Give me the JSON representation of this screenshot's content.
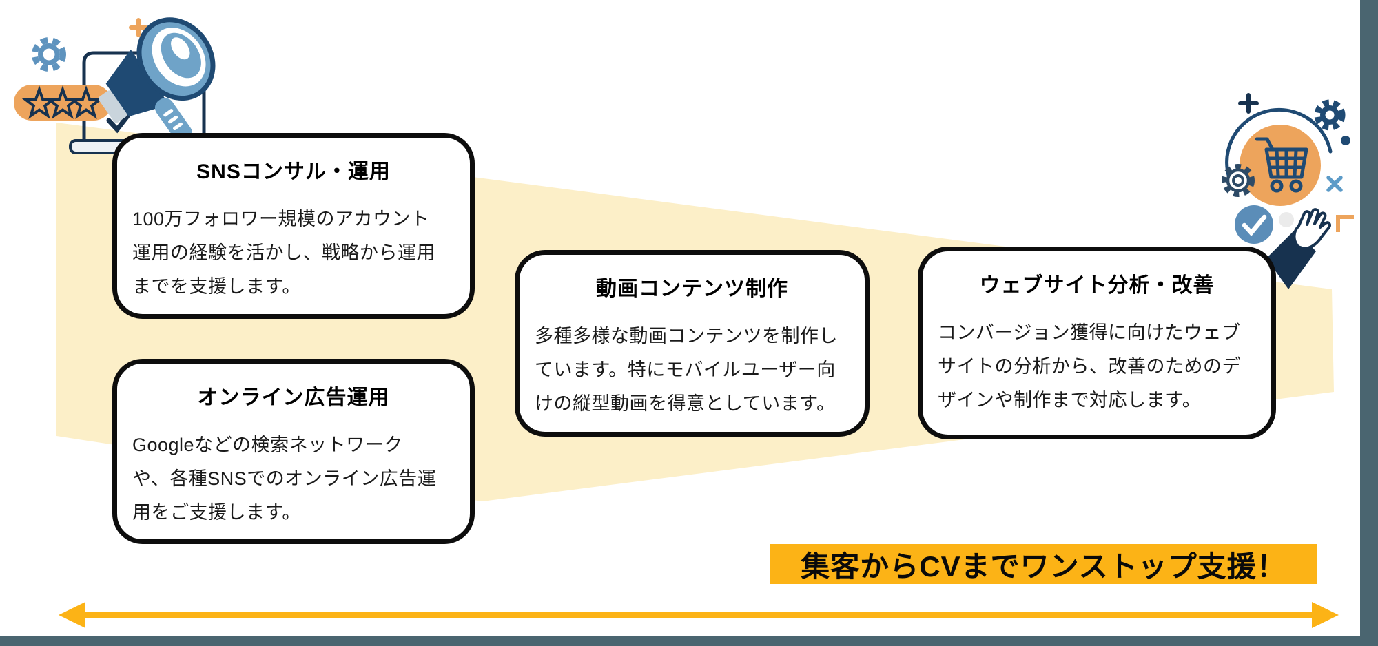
{
  "colors": {
    "gold": "#FCB316",
    "cream": "#FCEFC8",
    "slate": "#4A6570",
    "navy": "#1F4A73",
    "dark_navy": "#17324F",
    "blue": "#5E93BE",
    "light_blue": "#6FA3C8",
    "sky_blue": "#5C9BC8",
    "orange": "#EDA45C",
    "card_border": "#0D0D0D"
  },
  "cards": [
    {
      "title": "SNSコンサル・運用",
      "lines": [
        "100万フォロワー規模のアカウント",
        "運用の経験を活かし、戦略から運用",
        "までを支援します。"
      ]
    },
    {
      "title": "オンライン広告運用",
      "lines": [
        "Googleなどの検索ネットワーク",
        "や、各種SNSでのオンライン広告運",
        "用をご支援します。"
      ]
    },
    {
      "title": "動画コンテンツ制作",
      "lines": [
        "多種多様な動画コンテンツを制作し",
        "ています。特にモバイルユーザー向",
        "けの縦型動画を得意としています。"
      ]
    },
    {
      "title": "ウェブサイト分析・改善",
      "lines": [
        "コンバージョン獲得に向けたウェブ",
        "サイトの分析から、改善のためのデ",
        "ザインや制作まで対応します。"
      ]
    }
  ],
  "banner": {
    "label": "集客からCVまでワンストップ支援！"
  },
  "decorations": {
    "left_illustration_icons": [
      "gear-icon",
      "plus-icon",
      "laptop-icon",
      "star-rating-pill",
      "megaphone-icon",
      "check-icon"
    ],
    "right_illustration_icons": [
      "plus-icon",
      "gear-icon",
      "dot-icon",
      "arc-icon",
      "shopping-cart-icon",
      "gear-outline-icon",
      "check-circle-icon",
      "x-icon",
      "corner-bracket-icon",
      "waving-hand-icon"
    ],
    "funnel": "left-to-right tapering funnel band",
    "bottom_arrow": "double-headed horizontal arrow"
  }
}
